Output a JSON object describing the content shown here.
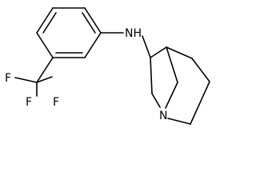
{
  "molecule": {
    "atom_labels": {
      "amine_nh": "NH",
      "ring_n": "N",
      "fluorine_top": "F",
      "fluorine_left": "F",
      "fluorine_bottom": "F"
    },
    "colors": {
      "bond": "#000000",
      "label": "#000000",
      "background": "#ffffff"
    }
  }
}
